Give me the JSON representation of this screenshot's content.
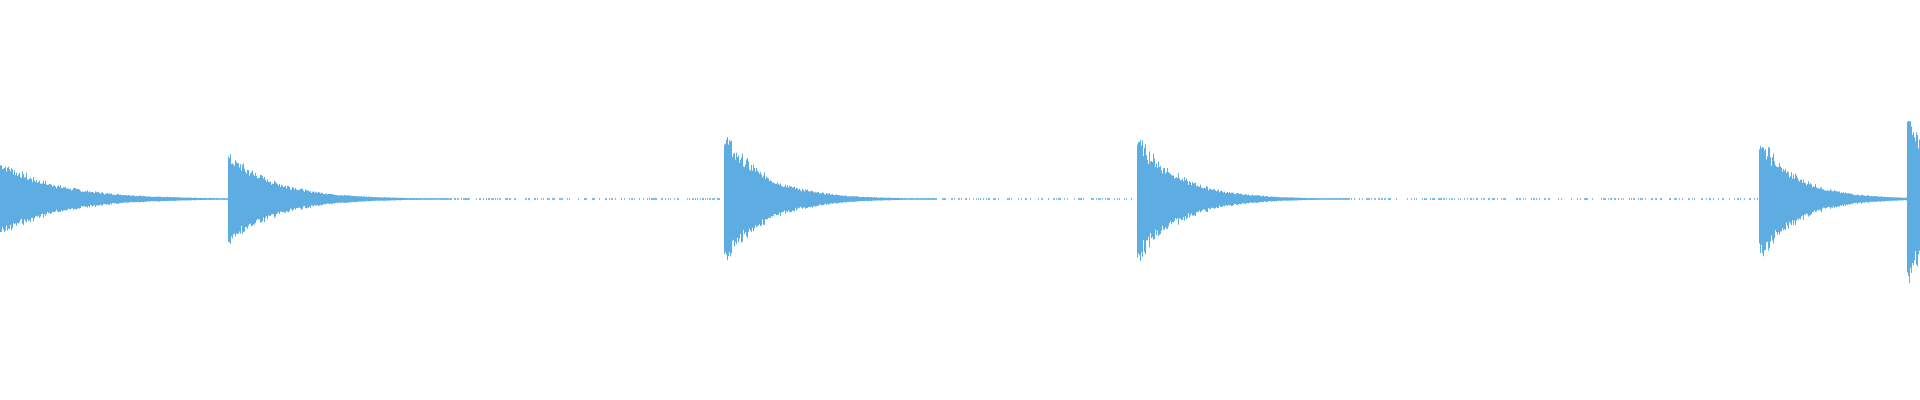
{
  "waveform": {
    "color": "#5DADE2",
    "background": "#ffffff",
    "transients": [
      {
        "onset": 0.0,
        "peak": 0.23,
        "decay": 0.03
      },
      {
        "onset": 0.119,
        "peak": 0.28,
        "decay": 0.025
      },
      {
        "onset": 0.377,
        "peak": 0.39,
        "decay": 0.022
      },
      {
        "onset": 0.592,
        "peak": 0.38,
        "decay": 0.022
      },
      {
        "onset": 0.916,
        "peak": 0.37,
        "decay": 0.02
      },
      {
        "onset": 0.993,
        "peak": 0.49,
        "decay": 0.03
      }
    ]
  }
}
